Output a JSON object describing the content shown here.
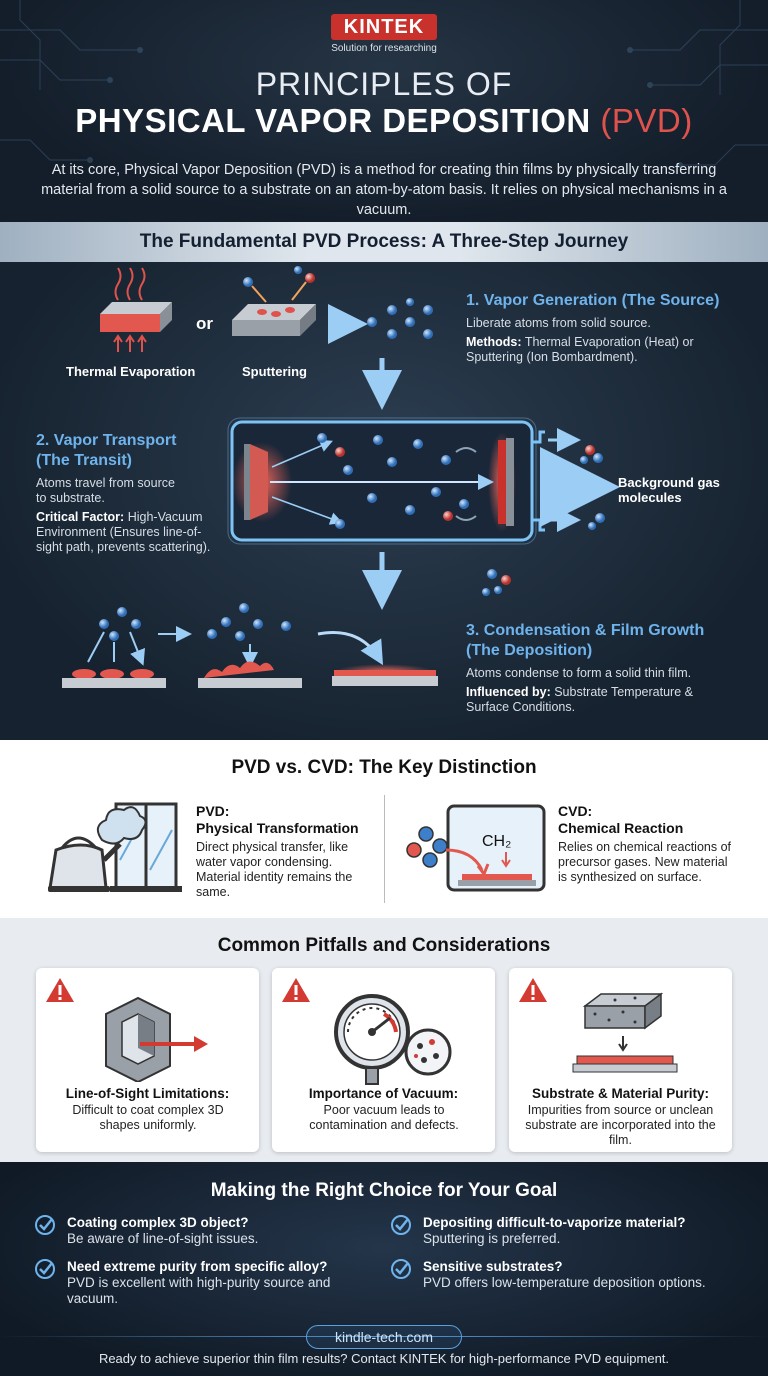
{
  "brand": {
    "logo": "KINTEK",
    "tagline": "Solution for researching"
  },
  "header": {
    "title_line1": "PRINCIPLES OF",
    "title_line2": "PHYSICAL VAPOR DEPOSITION",
    "title_abbr": "(PVD)",
    "intro": "At its core, Physical Vapor Deposition (PVD) is a method for creating thin films by physically transferring material from a solid source to a substrate on an atom-by-atom basis. It relies on physical mechanisms in a vacuum."
  },
  "process": {
    "title": "The Fundamental PVD Process: A Three-Step Journey",
    "source_labels": {
      "thermal": "Thermal Evaporation",
      "or": "or",
      "sputtering": "Sputtering"
    },
    "background_gas": "Background gas molecules",
    "steps": [
      {
        "heading": "1. Vapor Generation (The Source)",
        "text": "Liberate atoms from solid source.",
        "key": "Methods:",
        "detail": "Thermal Evaporation (Heat) or Sputtering (Ion Bombardment)."
      },
      {
        "heading_line1": "2. Vapor Transport",
        "heading_line2": "(The Transit)",
        "text": "Atoms travel from source to substrate.",
        "key": "Critical Factor:",
        "detail": "High-Vacuum Environment (Ensures line-of-sight path, prevents scattering)."
      },
      {
        "heading_line1": "3. Condensation & Film Growth",
        "heading_line2": "(The Deposition)",
        "text": "Atoms condense to form a solid thin film.",
        "key": "Influenced by:",
        "detail": "Substrate Temperature & Surface Conditions."
      }
    ]
  },
  "comparison": {
    "title": "PVD vs. CVD: The Key Distinction",
    "pvd": {
      "label": "PVD:",
      "heading": "Physical Transformation",
      "text": "Direct physical transfer, like water vapor condensing. Material identity remains the same."
    },
    "cvd": {
      "label": "CVD:",
      "heading": "Chemical Reaction",
      "text": "Relies on chemical reactions of precursor gases. New material is synthesized on surface.",
      "formula": "CH₂"
    }
  },
  "pitfalls": {
    "title": "Common Pitfalls and Considerations",
    "cards": [
      {
        "heading": "Line-of-Sight Limitations:",
        "text": "Difficult to coat complex 3D shapes uniformly."
      },
      {
        "heading": "Importance of Vacuum:",
        "text": "Poor vacuum leads to contamination and defects."
      },
      {
        "heading": "Substrate & Material Purity:",
        "text": "Impurities from source or unclean substrate are incorporated into the film."
      }
    ]
  },
  "choice": {
    "title": "Making the Right Choice for Your Goal",
    "items": [
      {
        "question": "Coating complex 3D object?",
        "answer": "Be aware of line-of-sight issues."
      },
      {
        "question": "Depositing difficult-to-vaporize material?",
        "answer": "Sputtering is preferred."
      },
      {
        "question": "Need extreme purity from specific alloy?",
        "answer": "PVD is excellent with high-purity source and vacuum."
      },
      {
        "question": "Sensitive substrates?",
        "answer": "PVD offers low-temperature deposition options."
      }
    ]
  },
  "footer": {
    "website": "kindle-tech.com",
    "cta": "Ready to achieve superior thin film results? Contact KINTEK for high-performance PVD equipment."
  },
  "colors": {
    "brand_red": "#c8312c",
    "accent_blue": "#6fb3ec",
    "dark_bg": "#101a26",
    "atom_blue": "#4d8fd6",
    "glow_red": "#e0524c"
  }
}
